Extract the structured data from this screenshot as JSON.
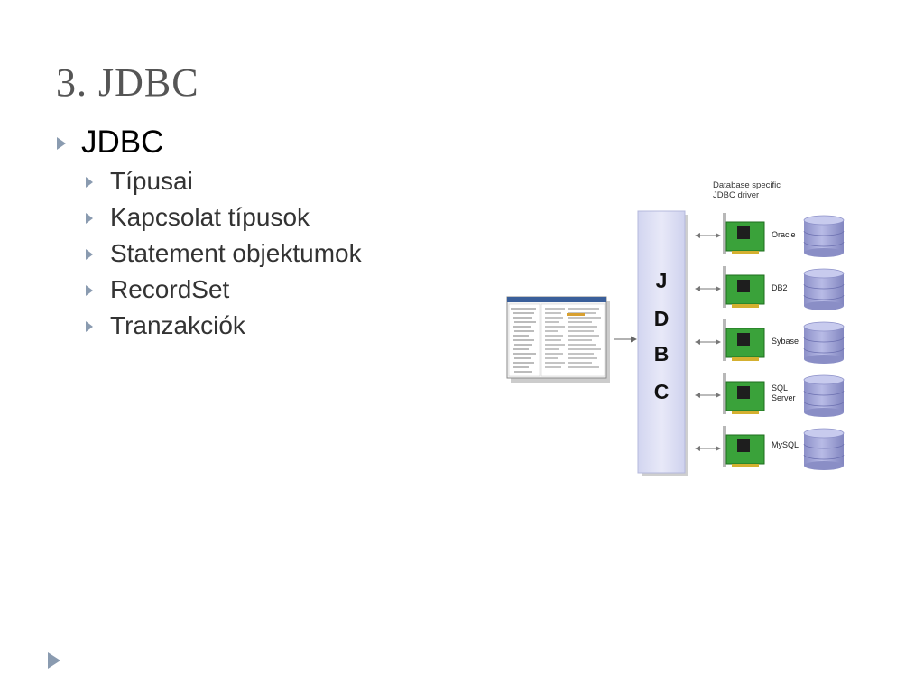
{
  "slide": {
    "title": "3. JDBC"
  },
  "bullets": {
    "main": "JDBC",
    "sub": [
      "Típusai",
      "Kapcsolat típusok",
      "Statement objektumok",
      "RecordSet",
      "Tranzakciók"
    ]
  },
  "diagram": {
    "header_line1": "Database specific",
    "header_line2": "JDBC driver",
    "jdbc_letters": [
      "J",
      "D",
      "B",
      "C"
    ],
    "databases": [
      {
        "line1": "Oracle",
        "line2": ""
      },
      {
        "line1": "DB2",
        "line2": ""
      },
      {
        "line1": "Sybase",
        "line2": ""
      },
      {
        "line1": "SQL",
        "line2": "Server"
      },
      {
        "line1": "MySQL",
        "line2": ""
      }
    ]
  },
  "colors": {
    "title": "#555555",
    "bullet_triangle": "#8a9bb0",
    "jdbc_box": "#e0e2f6",
    "card_green": "#3aa23a",
    "db_cylinder": "#a6a9dc"
  }
}
